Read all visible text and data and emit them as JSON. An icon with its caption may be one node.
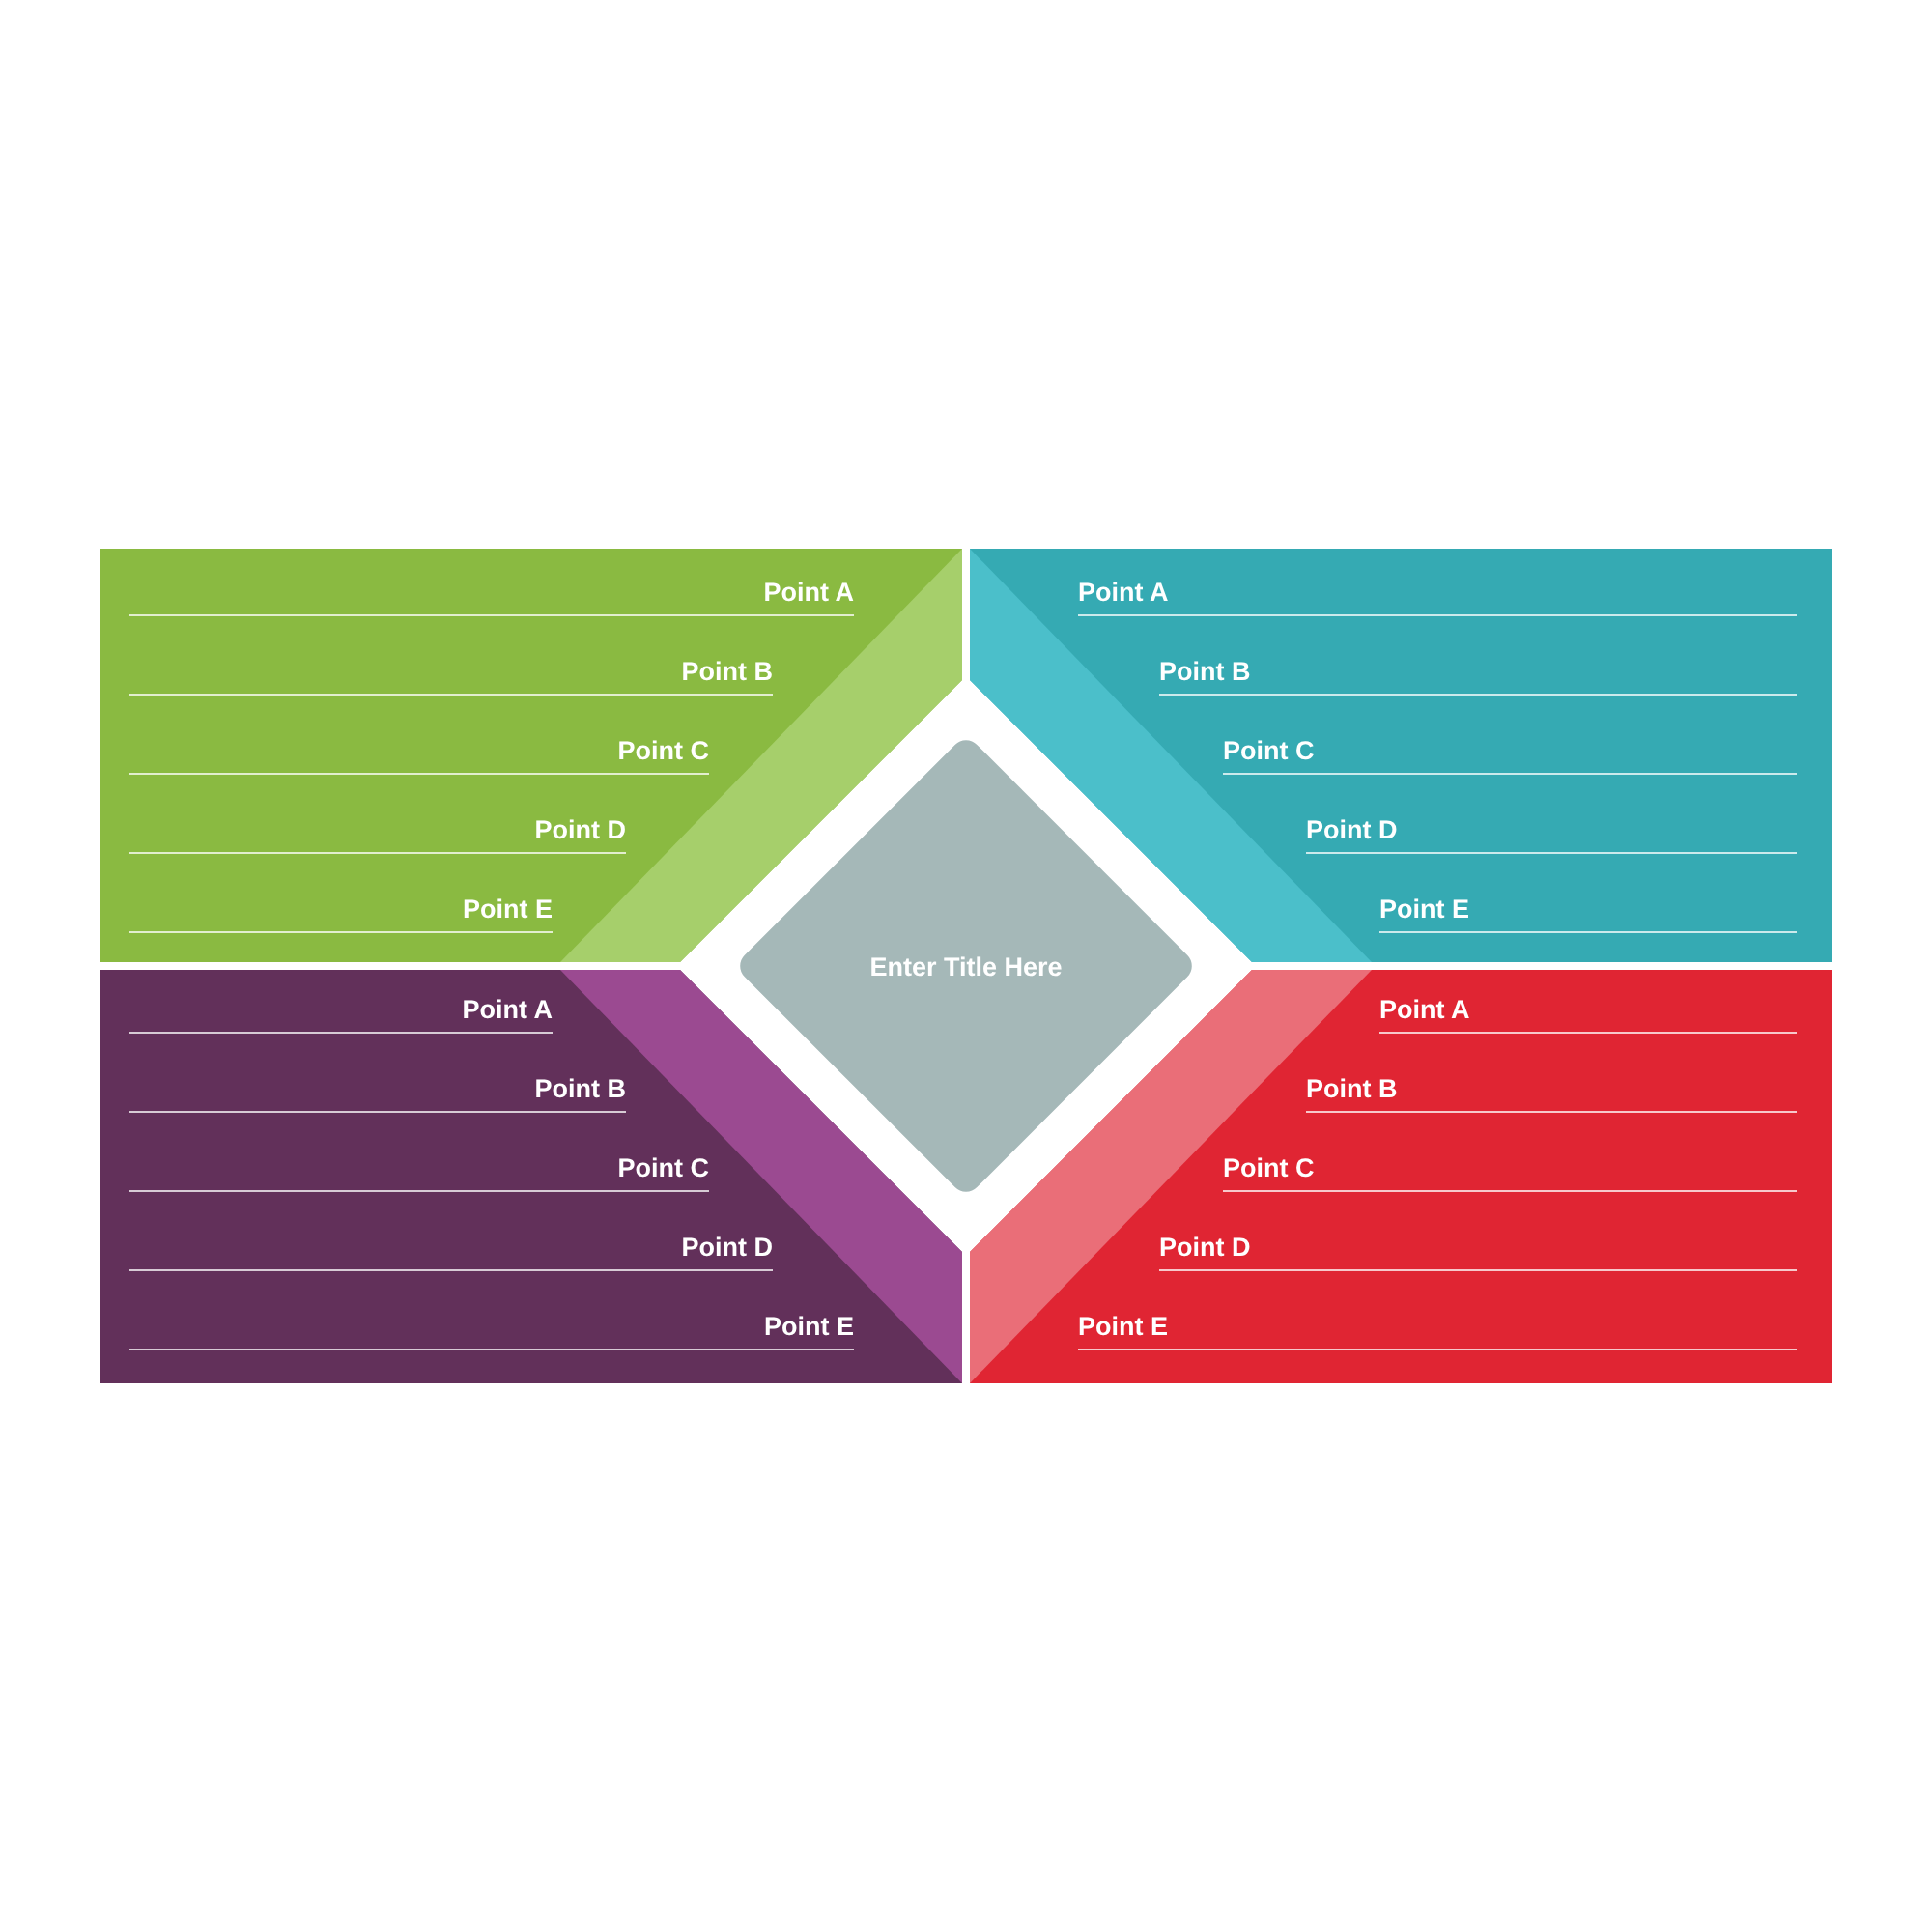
{
  "diagram": {
    "nodes": [
      {
        "text": [
          "Point A",
          "Point B",
          "Point C",
          "Point D",
          "Point E"
        ]
      },
      {
        "text": [
          "Point A",
          "Point B",
          "Point C",
          "Point D",
          "Point E"
        ]
      },
      {
        "text": [
          "Point A",
          "Point B",
          "Point C",
          "Point D",
          "Point E"
        ]
      },
      {
        "text": [
          "Point A",
          "Point B",
          "Point C",
          "Point D",
          "Point E"
        ]
      },
      {
        "text": [
          "Enter Title Here"
        ]
      }
    ]
  }
}
